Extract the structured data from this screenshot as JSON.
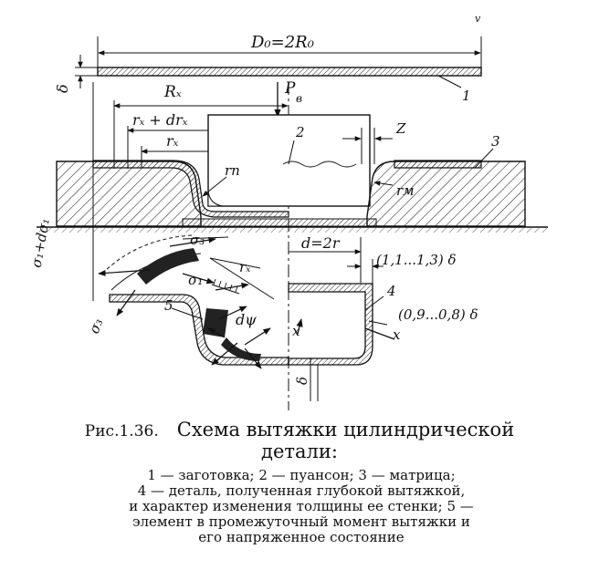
{
  "labels": {
    "d0": "D₀=2R₀",
    "delta_top": "δ",
    "part1": "1",
    "rx": "Rₓ",
    "pv": "P",
    "pv_sub": "в",
    "rx_drx": "rₓ + drₓ",
    "r_x": "rₓ",
    "part2": "2",
    "z": "Z",
    "part3": "3",
    "rp": "rп",
    "rm": "rм",
    "sigma1_dsigma1": "σ₁+dσ₁",
    "sigma3_top": "σ₃",
    "d_2r": "d=2r",
    "thick_11_13": "(1,1...1,3) δ",
    "r_x_lower": "rₓ",
    "sigma1": "σ₁",
    "part4": "4",
    "thick_09_08": "(0,9...0,8) δ",
    "part5": "5",
    "dpsi": "dψ",
    "x_left": "x",
    "x_right": "x",
    "sigma3_bottom": "σ₃",
    "delta_bottom": "δ",
    "corner_mark": "v"
  },
  "caption": {
    "figure_number": "Рис.1.36.",
    "title_line1": "Схема вытяжки цилиндрической",
    "title_line2": "детали:",
    "legend_line1": "1 — заготовка;  2 — пуансон;  3 — матрица;",
    "legend_line2": "4 — деталь, полученная глубокой вытяжкой,",
    "legend_line3": "и характер изменения толщины ее стенки; 5 —",
    "legend_line4": "элемент в промежуточный момент вытяжки и",
    "legend_line5": "его напряженное состояние"
  }
}
